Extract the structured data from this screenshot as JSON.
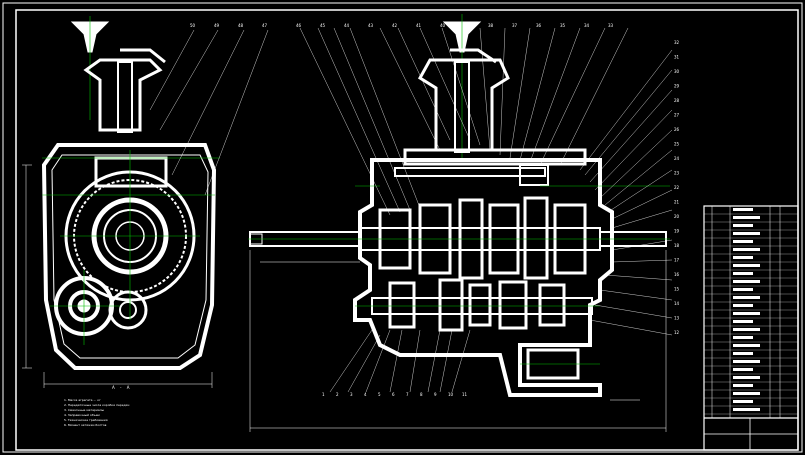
{
  "drawing": {
    "section_label": "А - А",
    "notes": [
      "1. Масса агрегата ... кг",
      "2. Передаточные числа коробки передач",
      "3. Смазочные материалы",
      "4. Заправочный объем",
      "5. Технические требования",
      "6. Момент затяжки болтов"
    ],
    "leader_numbers_top_right_view": [
      "46",
      "45",
      "44",
      "43",
      "42",
      "41",
      "40",
      "39",
      "38",
      "37",
      "36",
      "35",
      "34",
      "33"
    ],
    "leader_numbers_right_column": [
      "32",
      "31",
      "30",
      "29",
      "28",
      "27",
      "26",
      "25",
      "24",
      "23",
      "22",
      "21",
      "20",
      "19",
      "18",
      "17",
      "16",
      "15",
      "14",
      "13",
      "12"
    ],
    "leader_numbers_bottom": [
      "1",
      "2",
      "3",
      "4",
      "5",
      "6",
      "7",
      "8",
      "9",
      "10",
      "11"
    ],
    "leader_numbers_left_view": [
      "50",
      "49",
      "48",
      "47"
    ]
  },
  "colors": {
    "background": "#000000",
    "outline": "#ffffff",
    "centerline": "#00c000",
    "dimension": "#ffffff"
  }
}
